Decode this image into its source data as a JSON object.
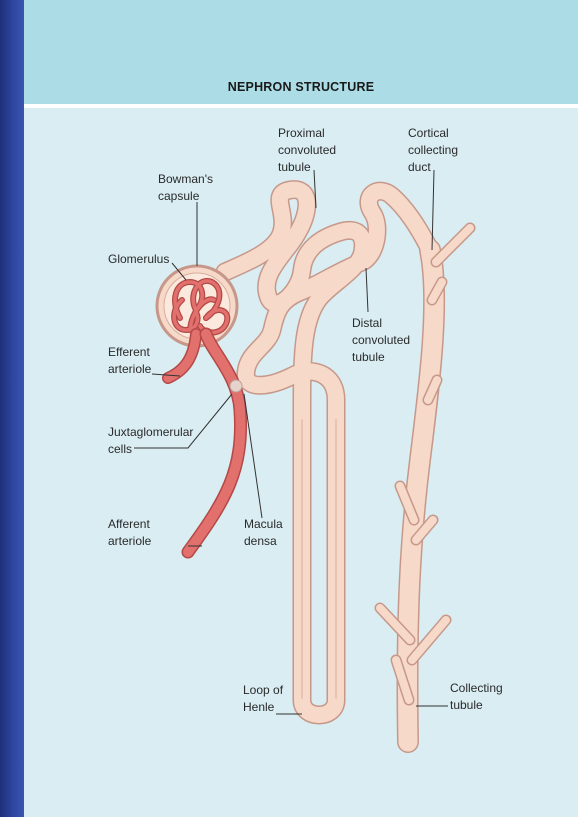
{
  "title": "NEPHRON STRUCTURE",
  "labels": {
    "proximal": [
      "Proximal",
      "convoluted",
      "tubule"
    ],
    "cortical": [
      "Cortical",
      "collecting",
      "duct"
    ],
    "bowmans": [
      "Bowman's",
      "capsule"
    ],
    "glomerulus": [
      "Glomerulus"
    ],
    "efferent": [
      "Efferent",
      "arteriole"
    ],
    "distal": [
      "Distal",
      "convoluted",
      "tubule"
    ],
    "juxta": [
      "Juxtaglomerular",
      "cells"
    ],
    "afferent": [
      "Afferent",
      "arteriole"
    ],
    "macula": [
      "Macula",
      "densa"
    ],
    "loop": [
      "Loop of",
      "Henle"
    ],
    "collecting": [
      "Collecting",
      "tubule"
    ]
  },
  "colors": {
    "tubule_fill": "#f6d9c8",
    "tubule_outline": "#c7988a",
    "vessel": "#e2716e",
    "vessel_outline": "#b34846",
    "background": "#d9edf3",
    "title_band": "#acdde6"
  }
}
